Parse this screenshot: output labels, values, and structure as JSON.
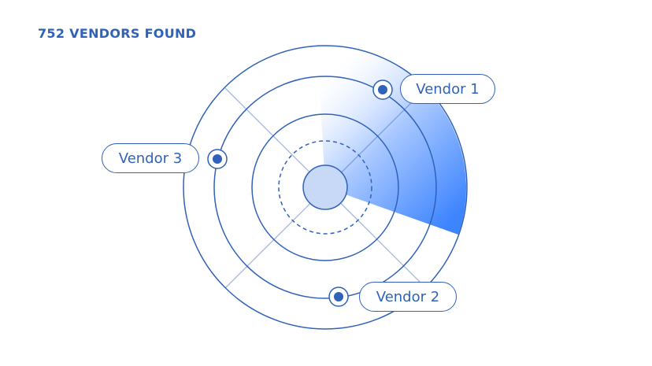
{
  "header": {
    "count_text": "752 VENDORS FOUND"
  },
  "vendors": [
    {
      "id": "v1",
      "label": "Vendor 1"
    },
    {
      "id": "v2",
      "label": "Vendor 2"
    },
    {
      "id": "v3",
      "label": "Vendor 3"
    }
  ],
  "colors": {
    "primary": "#2f62b8",
    "sweep_light": "#ffffff",
    "sweep_dark": "#3d84ff",
    "center_fill": "#c7d9f6"
  }
}
